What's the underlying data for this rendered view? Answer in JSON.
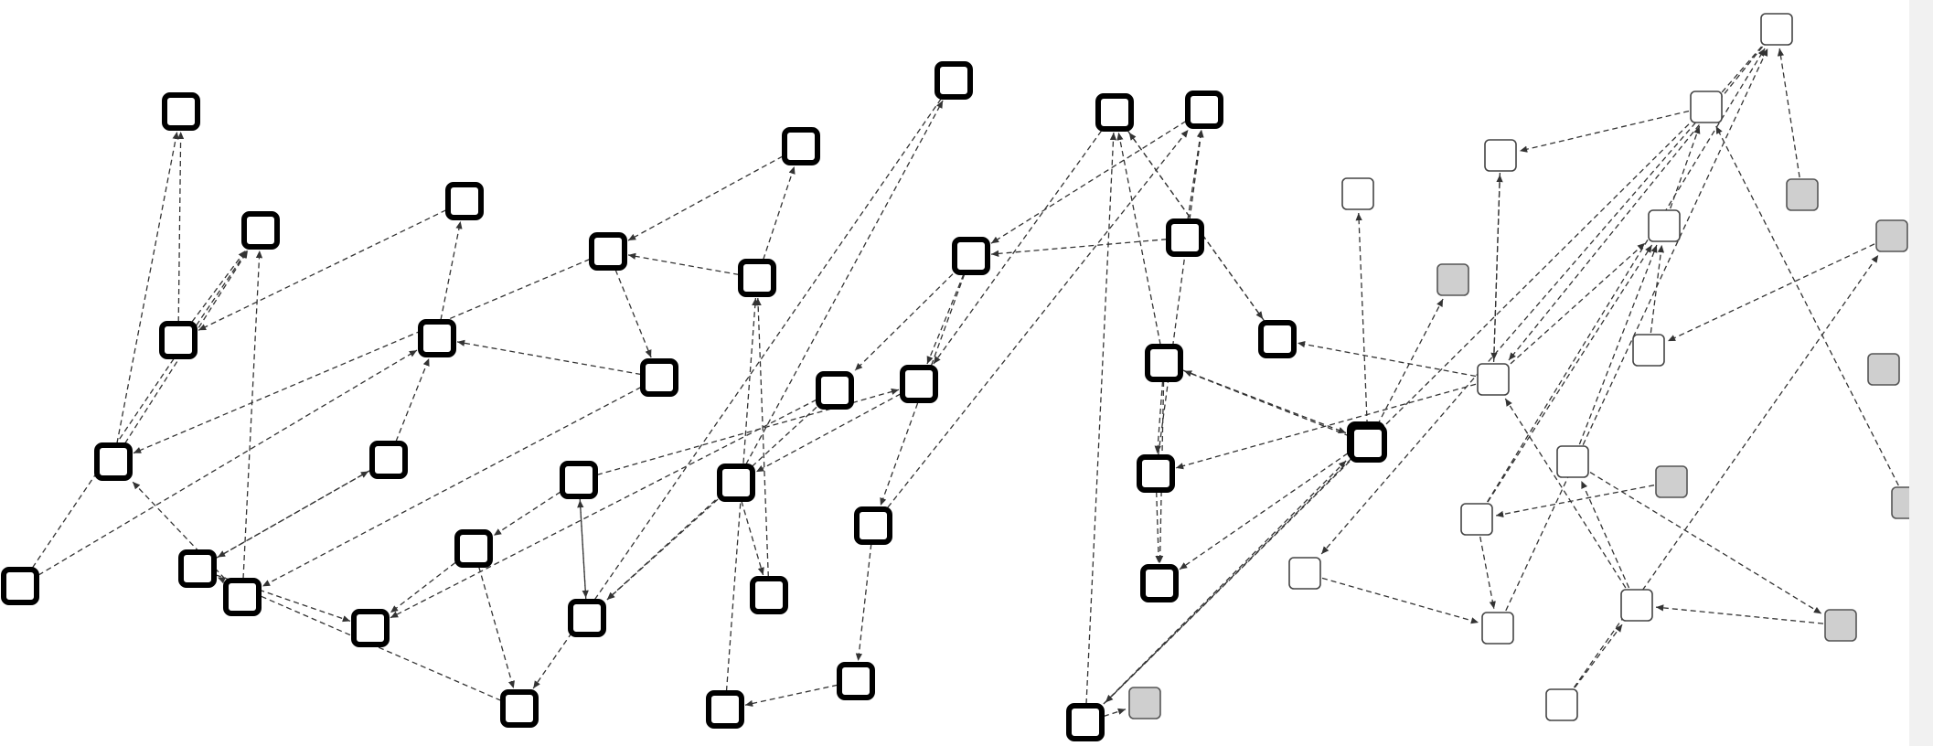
{
  "diagram": {
    "node_styles": {
      "bold": {
        "fill": "#ffffff",
        "stroke": "#000000"
      },
      "thin": {
        "fill": "#ffffff",
        "stroke": "#444444"
      },
      "gray": {
        "fill": "#cfcfcf",
        "stroke": "#555555"
      }
    },
    "edge_color": "#333333",
    "nodes": [
      {
        "id": "n1",
        "style": "bold"
      },
      {
        "id": "n2",
        "style": "bold"
      },
      {
        "id": "n3",
        "style": "bold"
      },
      {
        "id": "n4",
        "style": "bold"
      },
      {
        "id": "n5",
        "style": "bold"
      },
      {
        "id": "n6",
        "style": "bold"
      },
      {
        "id": "n7",
        "style": "bold"
      },
      {
        "id": "n8",
        "style": "bold"
      },
      {
        "id": "n9",
        "style": "bold"
      },
      {
        "id": "n10",
        "style": "bold"
      },
      {
        "id": "n11",
        "style": "bold"
      },
      {
        "id": "n12",
        "style": "bold"
      },
      {
        "id": "n13",
        "style": "bold"
      },
      {
        "id": "n14",
        "style": "bold"
      },
      {
        "id": "n15",
        "style": "bold"
      },
      {
        "id": "n16",
        "style": "bold"
      },
      {
        "id": "n17",
        "style": "bold"
      },
      {
        "id": "n18",
        "style": "bold"
      },
      {
        "id": "n19",
        "style": "bold"
      },
      {
        "id": "n20",
        "style": "bold"
      },
      {
        "id": "n21",
        "style": "bold"
      },
      {
        "id": "n22",
        "style": "bold"
      },
      {
        "id": "n23",
        "style": "bold"
      },
      {
        "id": "n24",
        "style": "bold"
      },
      {
        "id": "n25",
        "style": "bold"
      },
      {
        "id": "n26",
        "style": "bold"
      },
      {
        "id": "n27",
        "style": "bold"
      },
      {
        "id": "n28",
        "style": "bold"
      },
      {
        "id": "n29",
        "style": "bold"
      },
      {
        "id": "n30",
        "style": "bold"
      },
      {
        "id": "n31",
        "style": "bold"
      },
      {
        "id": "n32",
        "style": "bold"
      },
      {
        "id": "n33",
        "style": "bold"
      },
      {
        "id": "n34",
        "style": "bold"
      },
      {
        "id": "n35",
        "style": "bold"
      },
      {
        "id": "n36",
        "style": "bold"
      },
      {
        "id": "n37",
        "style": "bold"
      },
      {
        "id": "n38",
        "style": "bold"
      },
      {
        "id": "n39",
        "style": "gray"
      },
      {
        "id": "n40",
        "style": "thin"
      },
      {
        "id": "n41",
        "style": "gray"
      },
      {
        "id": "n42",
        "style": "thin"
      },
      {
        "id": "n43",
        "style": "thin"
      },
      {
        "id": "n44",
        "style": "thin"
      },
      {
        "id": "n45",
        "style": "thin"
      },
      {
        "id": "n46",
        "style": "thin"
      },
      {
        "id": "n47",
        "style": "thin"
      },
      {
        "id": "n48",
        "style": "thin"
      },
      {
        "id": "n49",
        "style": "thin"
      },
      {
        "id": "n50",
        "style": "thin"
      },
      {
        "id": "n51",
        "style": "gray"
      },
      {
        "id": "n52",
        "style": "gray"
      },
      {
        "id": "n53",
        "style": "thin"
      },
      {
        "id": "n54",
        "style": "gray"
      },
      {
        "id": "n55",
        "style": "gray"
      },
      {
        "id": "n56",
        "style": "gray"
      },
      {
        "id": "n57",
        "style": "gray"
      },
      {
        "id": "n58",
        "style": "thin"
      },
      {
        "id": "n59",
        "style": "thin"
      }
    ],
    "edges": [
      [
        "n3",
        "n1"
      ],
      [
        "n4",
        "n1"
      ],
      [
        "n3",
        "n2"
      ],
      [
        "n4",
        "n2"
      ],
      [
        "n7",
        "n2"
      ],
      [
        "n8",
        "n3"
      ],
      [
        "n13",
        "n4"
      ],
      [
        "n7",
        "n4"
      ],
      [
        "n12",
        "n6"
      ],
      [
        "n14",
        "n9"
      ],
      [
        "n5",
        "n9"
      ],
      [
        "n9",
        "n8"
      ],
      [
        "n10",
        "n9"
      ],
      [
        "n10",
        "n6"
      ],
      [
        "n15",
        "n11"
      ],
      [
        "n15",
        "n12"
      ],
      [
        "n17",
        "n13"
      ],
      [
        "n13",
        "n14"
      ],
      [
        "n23",
        "n12"
      ],
      [
        "n16",
        "n15"
      ],
      [
        "n19",
        "n16"
      ],
      [
        "n18",
        "n13"
      ],
      [
        "n18",
        "n17"
      ],
      [
        "n14",
        "n7"
      ],
      [
        "n20",
        "n19"
      ],
      [
        "n21",
        "n18"
      ],
      [
        "n22",
        "n18"
      ],
      [
        "n16",
        "n19"
      ],
      [
        "n24",
        "n19"
      ],
      [
        "n25",
        "n20"
      ],
      [
        "n16",
        "n25"
      ],
      [
        "n20",
        "n21"
      ],
      [
        "n20",
        "n23"
      ],
      [
        "n26",
        "n24"
      ],
      [
        "n26",
        "n25"
      ],
      [
        "n27",
        "n25"
      ],
      [
        "n29",
        "n22"
      ],
      [
        "n30",
        "n26"
      ],
      [
        "n31",
        "n26"
      ],
      [
        "n26",
        "n28"
      ],
      [
        "n28",
        "n30"
      ],
      [
        "n31",
        "n30"
      ],
      [
        "n32",
        "n27"
      ],
      [
        "n34",
        "n27"
      ],
      [
        "n33",
        "n27"
      ],
      [
        "n35",
        "n30"
      ],
      [
        "n33",
        "n35"
      ],
      [
        "n32",
        "n36"
      ],
      [
        "n33",
        "n36"
      ],
      [
        "n37",
        "n32"
      ],
      [
        "n36",
        "n38"
      ],
      [
        "n35",
        "n38"
      ],
      [
        "n33",
        "n38"
      ],
      [
        "n37",
        "n33"
      ],
      [
        "n43",
        "n35"
      ],
      [
        "n43",
        "n34"
      ],
      [
        "n37",
        "n41"
      ],
      [
        "n37",
        "n40"
      ],
      [
        "n43",
        "n42"
      ],
      [
        "n42",
        "n43"
      ],
      [
        "n43",
        "n46"
      ],
      [
        "n45",
        "n42"
      ],
      [
        "n44",
        "n43"
      ],
      [
        "n46",
        "n45"
      ],
      [
        "n47",
        "n46"
      ],
      [
        "n48",
        "n46"
      ],
      [
        "n49",
        "n46"
      ],
      [
        "n50",
        "n48"
      ],
      [
        "n52",
        "n47"
      ],
      [
        "n53",
        "n44"
      ],
      [
        "n49",
        "n53"
      ],
      [
        "n49",
        "n44"
      ],
      [
        "n51",
        "n44"
      ],
      [
        "n56",
        "n45"
      ],
      [
        "n55",
        "n49"
      ],
      [
        "n48",
        "n57"
      ],
      [
        "n45",
        "n32"
      ],
      [
        "n58",
        "n53"
      ],
      [
        "n59",
        "n52"
      ],
      [
        "n44",
        "n58"
      ],
      [
        "n57",
        "n50"
      ],
      [
        "n59",
        "n50"
      ],
      [
        "n50",
        "n43"
      ],
      [
        "n32",
        "n39"
      ],
      [
        "n28",
        "n29"
      ],
      [
        "n24",
        "n11"
      ],
      [
        "n27",
        "n34"
      ],
      [
        "n6",
        "n11"
      ],
      [
        "n6",
        "n10"
      ],
      [
        "n5",
        "n2"
      ]
    ]
  }
}
